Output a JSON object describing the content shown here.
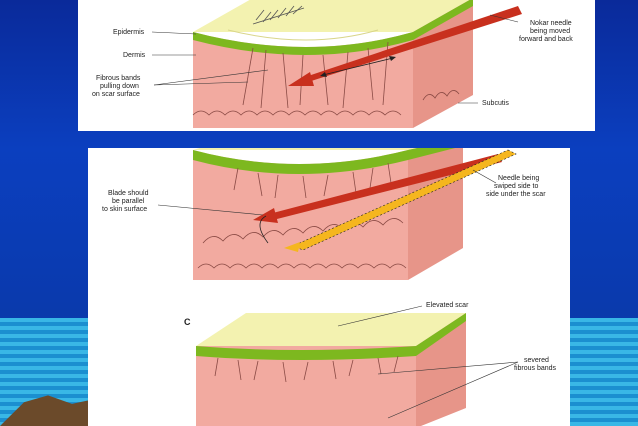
{
  "panel_a": {
    "epidermis": "Epidermis",
    "dermis": "Dermis",
    "fibrous_1": "Fibrous bands",
    "fibrous_2": "pulling down",
    "fibrous_3": "on scar surface",
    "needle_1": "Nokar needle",
    "needle_2": "being moved",
    "needle_3": "forward and back",
    "subcutis": "Subcutis"
  },
  "panel_b": {
    "blade_1": "Blade should",
    "blade_2": "be parallel",
    "blade_3": "to skin surface",
    "swipe_1": "Needle being",
    "swipe_2": "swiped side to",
    "swipe_3": "side under the scar"
  },
  "panel_c": {
    "letter": "C",
    "elevated": "Elevated scar",
    "severed_1": "severed",
    "severed_2": "fibrous bands"
  },
  "colors": {
    "epidermis_top": "#f3f2b0",
    "epidermis_edge": "#7db81f",
    "dermis": "#f2aaa0",
    "dermis_side": "#e79589",
    "needle": "#c8301e",
    "swipe_needle": "#f5b61e"
  }
}
